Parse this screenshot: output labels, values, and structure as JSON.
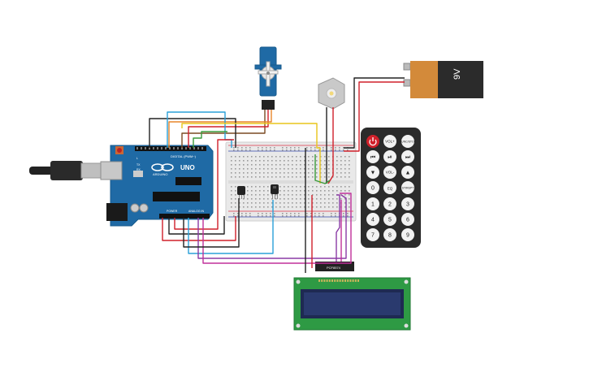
{
  "arduino": {
    "brand": "UNO",
    "maker": "ARDUINO",
    "header_digital": "DIGITAL (PWM~)",
    "header_power": "POWER",
    "header_analog": "ANALOG IN",
    "led_tx": "TX",
    "led_rx": "RX",
    "led_l": "L"
  },
  "battery": {
    "label": "9V"
  },
  "lcd": {
    "i2c_label": "PCF8574"
  },
  "remote": {
    "row1": [
      "",
      "VOL+",
      "FUNC/STOP"
    ],
    "row2": [
      "⏮",
      "⏯",
      "⏭"
    ],
    "row3": [
      "▼",
      "VOL-",
      "▲"
    ],
    "row4": [
      "0",
      "EQ",
      "ST/REPT"
    ],
    "row5": [
      "1",
      "2",
      "3"
    ],
    "row6": [
      "4",
      "5",
      "6"
    ],
    "row7": [
      "7",
      "8",
      "9"
    ]
  },
  "colors": {
    "arduino_blue": "#1f6aa5",
    "breadboard": "#e9e9e9",
    "wire_red": "#d0202a",
    "wire_black": "#222222",
    "wire_yellow": "#e8c51a",
    "wire_green": "#3a9a3a",
    "wire_orange": "#e8862a",
    "wire_blue": "#2aa0d8",
    "wire_purple": "#8a3aa5",
    "wire_magenta": "#c0309a",
    "wire_brown": "#7a4a22",
    "lcd_pcb": "#2e9a44",
    "lcd_screen": "#2a3a6e",
    "remote_body": "#2b2b2b"
  }
}
